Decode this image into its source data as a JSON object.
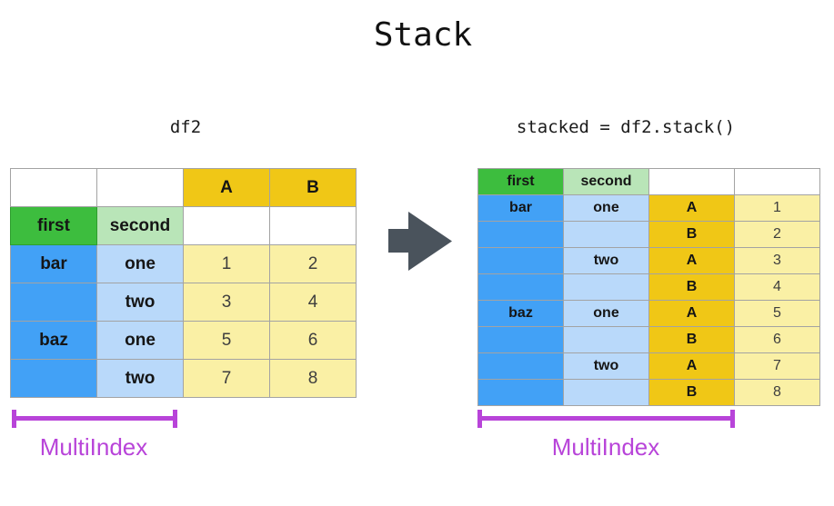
{
  "title": "Stack",
  "left": {
    "label": "df2",
    "col_headers": [
      "A",
      "B"
    ],
    "index_headers": [
      "first",
      "second"
    ],
    "rows": [
      [
        "bar",
        "one",
        "1",
        "2"
      ],
      [
        "",
        "two",
        "3",
        "4"
      ],
      [
        "baz",
        "one",
        "5",
        "6"
      ],
      [
        "",
        "two",
        "7",
        "8"
      ]
    ],
    "multiindex_label": "MultiIndex"
  },
  "right": {
    "label": "stacked = df2.stack()",
    "index_headers": [
      "first",
      "second"
    ],
    "rows": [
      [
        "bar",
        "one",
        "A",
        "1"
      ],
      [
        "",
        "",
        "B",
        "2"
      ],
      [
        "",
        "two",
        "A",
        "3"
      ],
      [
        "",
        "",
        "B",
        "4"
      ],
      [
        "baz",
        "one",
        "A",
        "5"
      ],
      [
        "",
        "",
        "B",
        "6"
      ],
      [
        "",
        "two",
        "A",
        "7"
      ],
      [
        "",
        "",
        "B",
        "8"
      ]
    ],
    "multiindex_label": "MultiIndex"
  },
  "colors": {
    "gold": "#f0c716",
    "light_yellow": "#faf0a5",
    "green": "#3dbd3e",
    "green_border": "#2e9e2e",
    "light_green": "#b9e5b8",
    "blue": "#42a1f6",
    "light_blue": "#b9d9fa",
    "magenta": "#b844d9",
    "arrow": "#4a535c",
    "border": "#a3a3a3"
  }
}
